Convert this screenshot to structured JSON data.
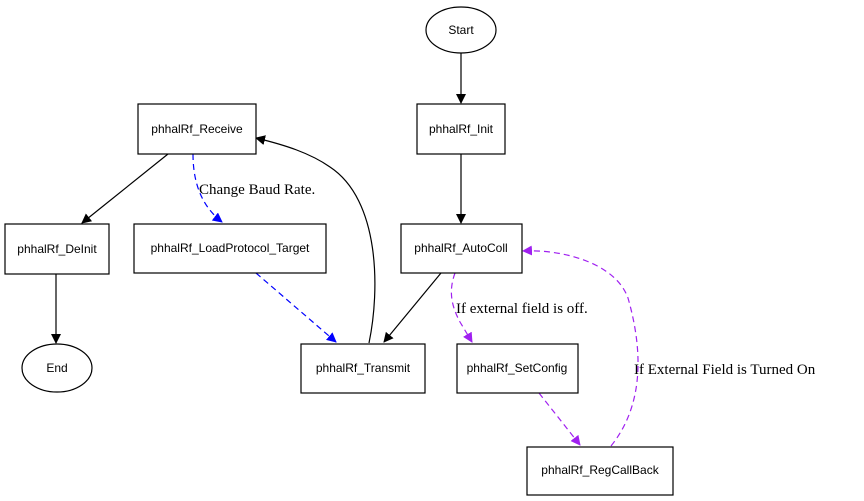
{
  "diagram": {
    "nodes": {
      "start": {
        "label": "Start",
        "shape": "ellipse"
      },
      "init": {
        "label": "phhalRf_Init",
        "shape": "box"
      },
      "autocoll": {
        "label": "phhalRf_AutoColl",
        "shape": "box"
      },
      "receive": {
        "label": "phhalRf_Receive",
        "shape": "box"
      },
      "deinit": {
        "label": "phhalRf_DeInit",
        "shape": "box"
      },
      "loadprotocol": {
        "label": "phhalRf_LoadProtocol_Target",
        "shape": "box"
      },
      "end": {
        "label": "End",
        "shape": "ellipse"
      },
      "transmit": {
        "label": "phhalRf_Transmit",
        "shape": "box"
      },
      "setconfig": {
        "label": "phhalRf_SetConfig",
        "shape": "box"
      },
      "regcallback": {
        "label": "phhalRf_RegCallBack",
        "shape": "box"
      }
    },
    "edges": {
      "start_init": {
        "from": "Start",
        "to": "phhalRf_Init",
        "style": "solid",
        "color": "#000000"
      },
      "init_autocoll": {
        "from": "phhalRf_Init",
        "to": "phhalRf_AutoColl",
        "style": "solid",
        "color": "#000000"
      },
      "autocoll_transmit": {
        "from": "phhalRf_AutoColl",
        "to": "phhalRf_Transmit",
        "style": "solid",
        "color": "#000000"
      },
      "autocoll_setconfig": {
        "from": "phhalRf_AutoColl",
        "to": "phhalRf_SetConfig",
        "style": "dashed",
        "color": "#a020f0",
        "label": "If external field is off."
      },
      "setconfig_regcallback": {
        "from": "phhalRf_SetConfig",
        "to": "phhalRf_RegCallBack",
        "style": "dashed",
        "color": "#a020f0"
      },
      "regcallback_autocoll": {
        "from": "phhalRf_RegCallBack",
        "to": "phhalRf_AutoColl",
        "style": "dashed",
        "color": "#a020f0",
        "label": "If External Field is Turned On"
      },
      "transmit_receive": {
        "from": "phhalRf_Transmit",
        "to": "phhalRf_Receive",
        "style": "solid",
        "color": "#000000"
      },
      "receive_deinit": {
        "from": "phhalRf_Receive",
        "to": "phhalRf_DeInit",
        "style": "solid",
        "color": "#000000"
      },
      "receive_loadprotocol": {
        "from": "phhalRf_Receive",
        "to": "phhalRf_LoadProtocol_Target",
        "style": "dashed",
        "color": "#0000ff",
        "label": "Change Baud Rate."
      },
      "loadprotocol_transmit": {
        "from": "phhalRf_LoadProtocol_Target",
        "to": "phhalRf_Transmit",
        "style": "dashed",
        "color": "#0000ff"
      },
      "deinit_end": {
        "from": "phhalRf_DeInit",
        "to": "End",
        "style": "solid",
        "color": "#000000"
      }
    }
  }
}
